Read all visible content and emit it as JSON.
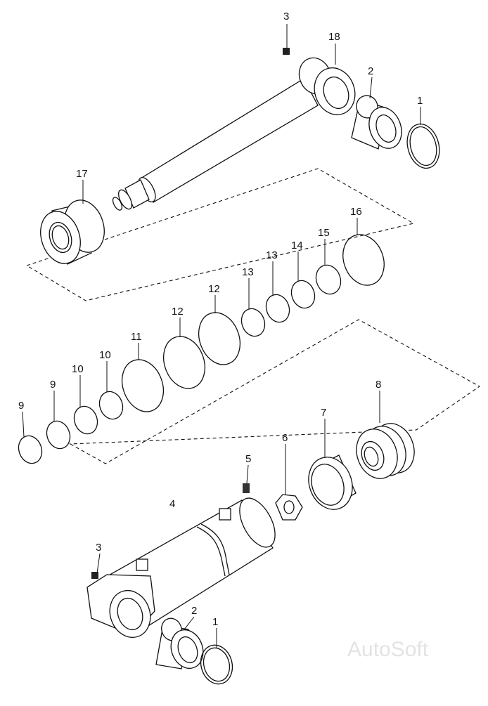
{
  "diagram": {
    "callouts": [
      {
        "id": "c-1-top",
        "text": "1"
      },
      {
        "id": "c-2-top",
        "text": "2"
      },
      {
        "id": "c-3-top",
        "text": "3"
      },
      {
        "id": "c-18",
        "text": "18"
      },
      {
        "id": "c-17",
        "text": "17"
      },
      {
        "id": "c-16",
        "text": "16"
      },
      {
        "id": "c-15",
        "text": "15"
      },
      {
        "id": "c-14",
        "text": "14"
      },
      {
        "id": "c-13a",
        "text": "13"
      },
      {
        "id": "c-13b",
        "text": "13"
      },
      {
        "id": "c-12a",
        "text": "12"
      },
      {
        "id": "c-12b",
        "text": "12"
      },
      {
        "id": "c-11",
        "text": "11"
      },
      {
        "id": "c-10a",
        "text": "10"
      },
      {
        "id": "c-10b",
        "text": "10"
      },
      {
        "id": "c-9a",
        "text": "9"
      },
      {
        "id": "c-9b",
        "text": "9"
      },
      {
        "id": "c-8",
        "text": "8"
      },
      {
        "id": "c-7",
        "text": "7"
      },
      {
        "id": "c-6",
        "text": "6"
      },
      {
        "id": "c-5",
        "text": "5"
      },
      {
        "id": "c-4",
        "text": "4"
      },
      {
        "id": "c-3-bottom",
        "text": "3"
      },
      {
        "id": "c-2-bottom",
        "text": "2"
      },
      {
        "id": "c-1-bottom",
        "text": "1"
      }
    ],
    "watermark": "AutoSoft"
  }
}
